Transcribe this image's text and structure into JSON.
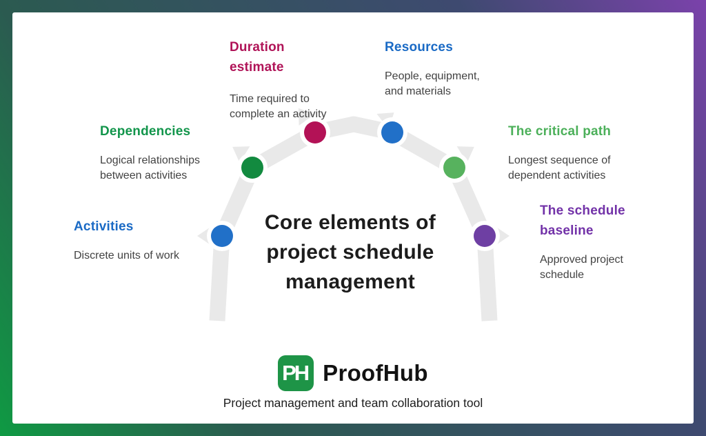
{
  "frame": {
    "gradient_colors": [
      "#0f9a43",
      "#2b5a50",
      "#3e4a70",
      "#7b42ab"
    ]
  },
  "title": {
    "line1": "Core elements of",
    "line2": "project schedule",
    "line3": "management"
  },
  "elements": [
    {
      "id": "activities",
      "heading": "Activities",
      "description": "Discrete units of work",
      "heading_color": "#1a6ac5",
      "dot_color": "#2170c8"
    },
    {
      "id": "dependencies",
      "heading": "Dependencies",
      "description": "Logical relationships between activities",
      "heading_color": "#12954b",
      "dot_color": "#128a3f"
    },
    {
      "id": "duration-estimate",
      "heading": "Duration estimate",
      "description": "Time required to complete an activity",
      "heading_color": "#b01458",
      "dot_color": "#b31256"
    },
    {
      "id": "resources",
      "heading": "Resources",
      "description": "People, equipment, and materials",
      "heading_color": "#1a6ac5",
      "dot_color": "#2170c8"
    },
    {
      "id": "critical-path",
      "heading": "The critical path",
      "description": "Longest sequence of dependent activities",
      "heading_color": "#4cb05a",
      "dot_color": "#57b25e"
    },
    {
      "id": "schedule-baseline",
      "heading": "The schedule baseline",
      "description": "Approved project schedule",
      "heading_color": "#7232a8",
      "dot_color": "#6e3fa3"
    }
  ],
  "arch": {
    "track_color": "#e9e9e9"
  },
  "footer": {
    "logo_text": "PH",
    "logo_color": "#1e9447",
    "brand": "ProofHub",
    "tagline": "Project management and team collaboration tool"
  }
}
